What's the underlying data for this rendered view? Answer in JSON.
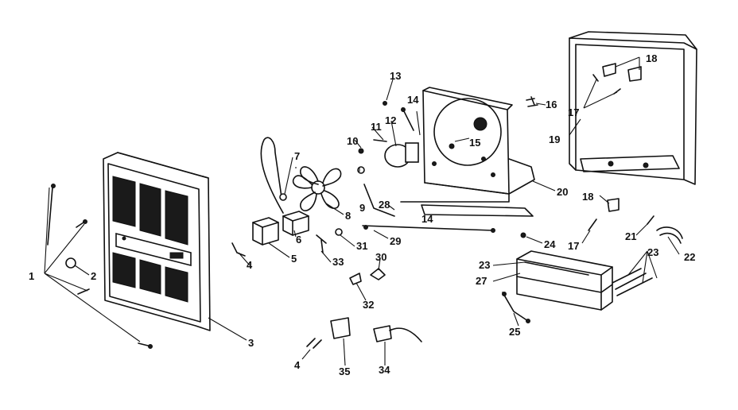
{
  "callouts": [
    {
      "id": "c1",
      "text": "1"
    },
    {
      "id": "c2",
      "text": "2"
    },
    {
      "id": "c3",
      "text": "3"
    },
    {
      "id": "c4a",
      "text": "4"
    },
    {
      "id": "c4b",
      "text": "4"
    },
    {
      "id": "c5",
      "text": "5"
    },
    {
      "id": "c6",
      "text": "6"
    },
    {
      "id": "c7",
      "text": "7"
    },
    {
      "id": "c8",
      "text": "8"
    },
    {
      "id": "c9",
      "text": "9"
    },
    {
      "id": "c10",
      "text": "10"
    },
    {
      "id": "c11",
      "text": "11"
    },
    {
      "id": "c12",
      "text": "12"
    },
    {
      "id": "c13",
      "text": "13"
    },
    {
      "id": "c14a",
      "text": "14"
    },
    {
      "id": "c14b",
      "text": "14"
    },
    {
      "id": "c15",
      "text": "15"
    },
    {
      "id": "c16",
      "text": "16"
    },
    {
      "id": "c17a",
      "text": "17"
    },
    {
      "id": "c17b",
      "text": "17"
    },
    {
      "id": "c18a",
      "text": "18"
    },
    {
      "id": "c18b",
      "text": "18"
    },
    {
      "id": "c19",
      "text": "19"
    },
    {
      "id": "c20",
      "text": "20"
    },
    {
      "id": "c21",
      "text": "21"
    },
    {
      "id": "c22",
      "text": "22"
    },
    {
      "id": "c23a",
      "text": "23"
    },
    {
      "id": "c23b",
      "text": "23"
    },
    {
      "id": "c24",
      "text": "24"
    },
    {
      "id": "c25",
      "text": "25"
    },
    {
      "id": "c27",
      "text": "27"
    },
    {
      "id": "c28",
      "text": "28"
    },
    {
      "id": "c29",
      "text": "29"
    },
    {
      "id": "c30",
      "text": "30"
    },
    {
      "id": "c31",
      "text": "31"
    },
    {
      "id": "c32",
      "text": "32"
    },
    {
      "id": "c33",
      "text": "33"
    },
    {
      "id": "c34",
      "text": "34"
    },
    {
      "id": "c35",
      "text": "35"
    }
  ]
}
